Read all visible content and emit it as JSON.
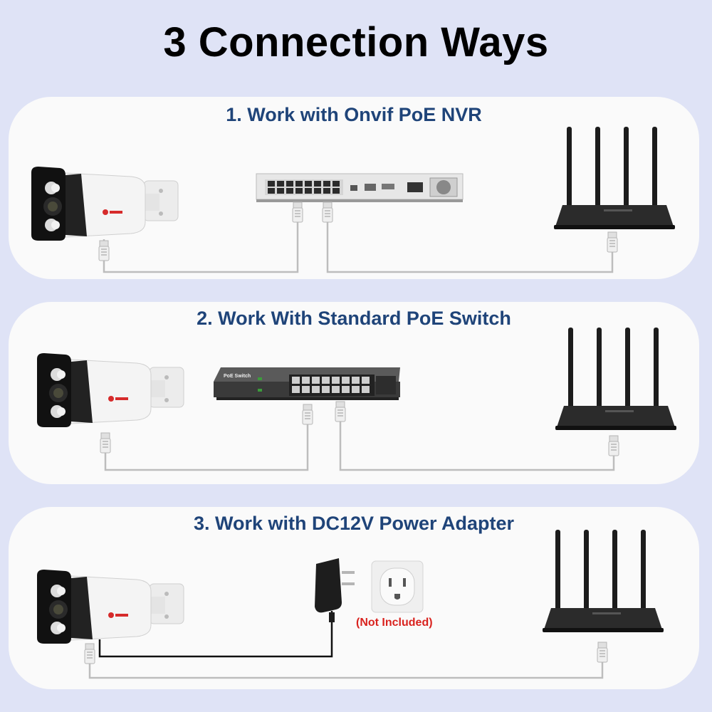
{
  "title": "3 Connection Ways",
  "panels": [
    {
      "heading": "1. Work with Onvif PoE NVR",
      "devices": [
        "camera-icon",
        "nvr-icon",
        "router-icon"
      ]
    },
    {
      "heading": "2. Work With Standard PoE Switch",
      "devices": [
        "camera-icon",
        "poe-switch-icon",
        "router-icon"
      ],
      "switch_label": "PoE Switch"
    },
    {
      "heading": "3. Work with DC12V Power Adapter",
      "devices": [
        "camera-icon",
        "power-adapter-icon",
        "wall-outlet-icon",
        "router-icon"
      ],
      "outlet_note": "(Not Included)"
    }
  ],
  "colors": {
    "background": "#dfe3f6",
    "panel": "#fafafa",
    "heading": "#1f4479",
    "note": "#d9231f",
    "cable": "#bdbdbd"
  }
}
